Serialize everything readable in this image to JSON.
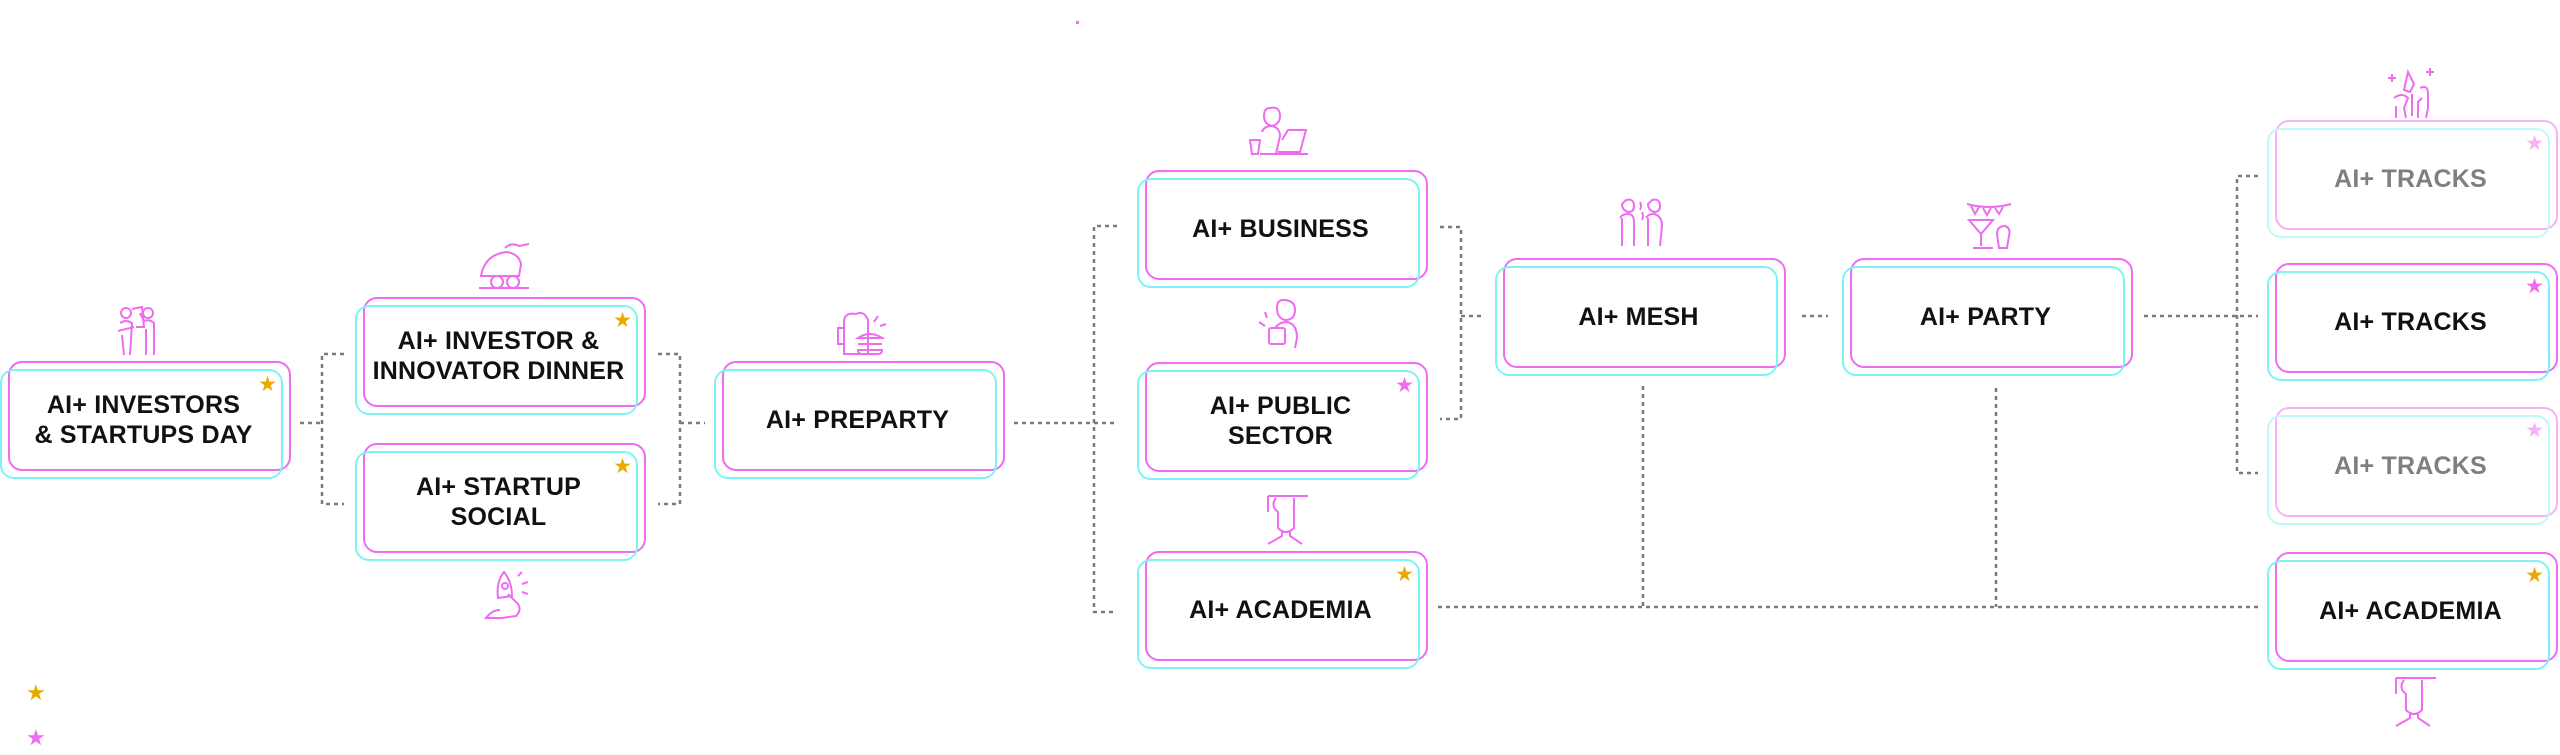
{
  "diagram": {
    "colors": {
      "primary_outline": "#ee6cf0",
      "secondary_outline": "#7df4f4",
      "connector": "#7a7a7a",
      "star_gold": "#e8a900",
      "star_pink": "#ee6cf0",
      "text": "#111111",
      "faded_text": "#7f7f7f"
    },
    "nodes": [
      {
        "id": "investors-startups-day",
        "label": "AI+ INVESTORS\n& STARTUPS DAY",
        "star": "gold",
        "icon": "pitching-people-icon",
        "faded": false
      },
      {
        "id": "investor-innovator-dinner",
        "label": "AI+ INVESTOR &\nINNOVATOR DINNER",
        "star": "gold",
        "icon": "dinner-cloche-icon",
        "faded": false
      },
      {
        "id": "startup-social",
        "label": "AI+ STARTUP\nSOCIAL",
        "star": "gold",
        "icon": "rocket-launch-icon",
        "faded": false
      },
      {
        "id": "preparty",
        "label": "AI+ PREPARTY",
        "star": null,
        "icon": "beer-burger-icon",
        "faded": false
      },
      {
        "id": "business",
        "label": "AI+ BUSINESS",
        "star": null,
        "icon": "business-woman-laptop-icon",
        "faded": false
      },
      {
        "id": "public-sector",
        "label": "AI+ PUBLIC\nSECTOR",
        "star": "pink",
        "icon": "official-clipboard-icon",
        "faded": false
      },
      {
        "id": "academia-1",
        "label": "AI+ ACADEMIA",
        "star": "gold",
        "icon": "graduate-icon",
        "faded": false
      },
      {
        "id": "mesh",
        "label": "AI+ MESH",
        "star": null,
        "icon": "networking-people-icon",
        "faded": false
      },
      {
        "id": "party",
        "label": "AI+ PARTY",
        "star": null,
        "icon": "party-cocktail-icon",
        "faded": false
      },
      {
        "id": "tracks-1",
        "label": "AI+ TRACKS",
        "star": "pink",
        "icon": "hands-ideas-icon",
        "faded": true
      },
      {
        "id": "tracks-2",
        "label": "AI+ TRACKS",
        "star": "pink",
        "icon": null,
        "faded": false
      },
      {
        "id": "tracks-3",
        "label": "AI+ TRACKS",
        "star": "pink",
        "icon": null,
        "faded": true
      },
      {
        "id": "academia-2",
        "label": "AI+ ACADEMIA",
        "star": "gold",
        "icon": "graduate-icon",
        "faded": false
      }
    ],
    "legend": [
      {
        "star": "gold",
        "label": ""
      },
      {
        "star": "pink",
        "label": ""
      }
    ]
  }
}
